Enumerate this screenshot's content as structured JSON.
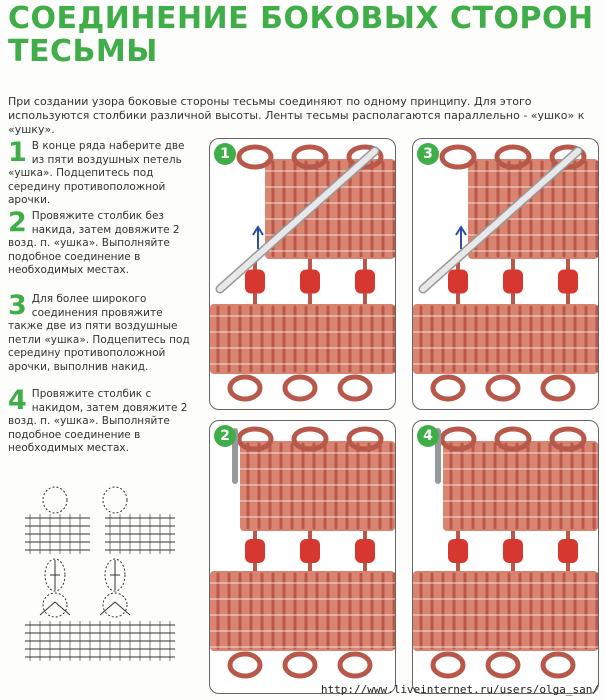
{
  "title": "Соединение боковых сторон тесьмы",
  "intro": "При создании узора боковые стороны тесьмы соединяют по одному принципу. Для этого используются столбики различной высоты. Ленты тесьмы располагаются параллельно - «ушко» к «ушку».",
  "steps": [
    {
      "num": "1",
      "text": "В конце ряда наберите две из пяти воздушных петель «ушка». Подцепитесь под середину противоположной арочки."
    },
    {
      "num": "2",
      "text": "Провяжите столбик без накида, затем довяжите 2 возд. п. «ушка». Выполняйте подобное соединение в необходимых местах."
    },
    {
      "num": "3",
      "text": "Для более широкого соединения провяжите также две из пяти воздушные петли «ушка». Подцепитесь под середину противоположной арочки, выполнив накид."
    },
    {
      "num": "4",
      "text": "Провяжите столбик с накидом, затем довяжите 2 возд. п. «ушка». Выполняйте подобное соединение в необходимых местах."
    }
  ],
  "panels": [
    {
      "label": "1"
    },
    {
      "label": "3"
    },
    {
      "label": "2"
    },
    {
      "label": "4"
    }
  ],
  "colors": {
    "accent": "#3fae49",
    "yarn": "#d98470",
    "yarn_dark": "#b8584a",
    "join": "#d6382f",
    "needle": "#e8e8ea"
  },
  "watermark": "http://www.liveinternet.ru/users/olga_san/"
}
